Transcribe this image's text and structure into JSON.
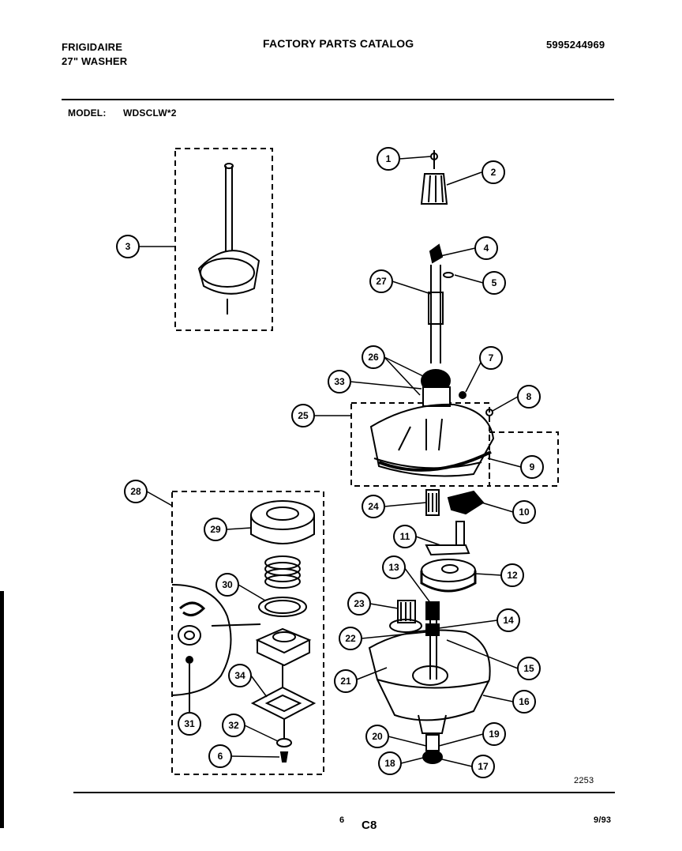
{
  "header": {
    "brand": "FRIGIDAIRE",
    "product": "27\" WASHER",
    "title": "FACTORY PARTS CATALOG",
    "doc_number": "5995244969"
  },
  "model": {
    "label": "MODEL:",
    "value": "WDSCLW*2"
  },
  "footer": {
    "diagram_code": "2253",
    "page_number": "6",
    "section_code": "C8",
    "date": "9/93"
  },
  "callouts": [
    {
      "id": "c1",
      "label": "1"
    },
    {
      "id": "c2",
      "label": "2"
    },
    {
      "id": "c3",
      "label": "3"
    },
    {
      "id": "c4",
      "label": "4"
    },
    {
      "id": "c5",
      "label": "5"
    },
    {
      "id": "c27",
      "label": "27"
    },
    {
      "id": "c26",
      "label": "26"
    },
    {
      "id": "c7",
      "label": "7"
    },
    {
      "id": "c33",
      "label": "33"
    },
    {
      "id": "c8",
      "label": "8"
    },
    {
      "id": "c25",
      "label": "25"
    },
    {
      "id": "c9",
      "label": "9"
    },
    {
      "id": "c28",
      "label": "28"
    },
    {
      "id": "c24",
      "label": "24"
    },
    {
      "id": "c10",
      "label": "10"
    },
    {
      "id": "c29",
      "label": "29"
    },
    {
      "id": "c11",
      "label": "11"
    },
    {
      "id": "c13",
      "label": "13"
    },
    {
      "id": "c12",
      "label": "12"
    },
    {
      "id": "c30",
      "label": "30"
    },
    {
      "id": "c23",
      "label": "23"
    },
    {
      "id": "c14",
      "label": "14"
    },
    {
      "id": "c22",
      "label": "22"
    },
    {
      "id": "c15",
      "label": "15"
    },
    {
      "id": "c34",
      "label": "34"
    },
    {
      "id": "c21",
      "label": "21"
    },
    {
      "id": "c16",
      "label": "16"
    },
    {
      "id": "c31",
      "label": "31"
    },
    {
      "id": "c32",
      "label": "32"
    },
    {
      "id": "c20",
      "label": "20"
    },
    {
      "id": "c19",
      "label": "19"
    },
    {
      "id": "c6",
      "label": "6"
    },
    {
      "id": "c18",
      "label": "18"
    },
    {
      "id": "c17",
      "label": "17"
    }
  ]
}
